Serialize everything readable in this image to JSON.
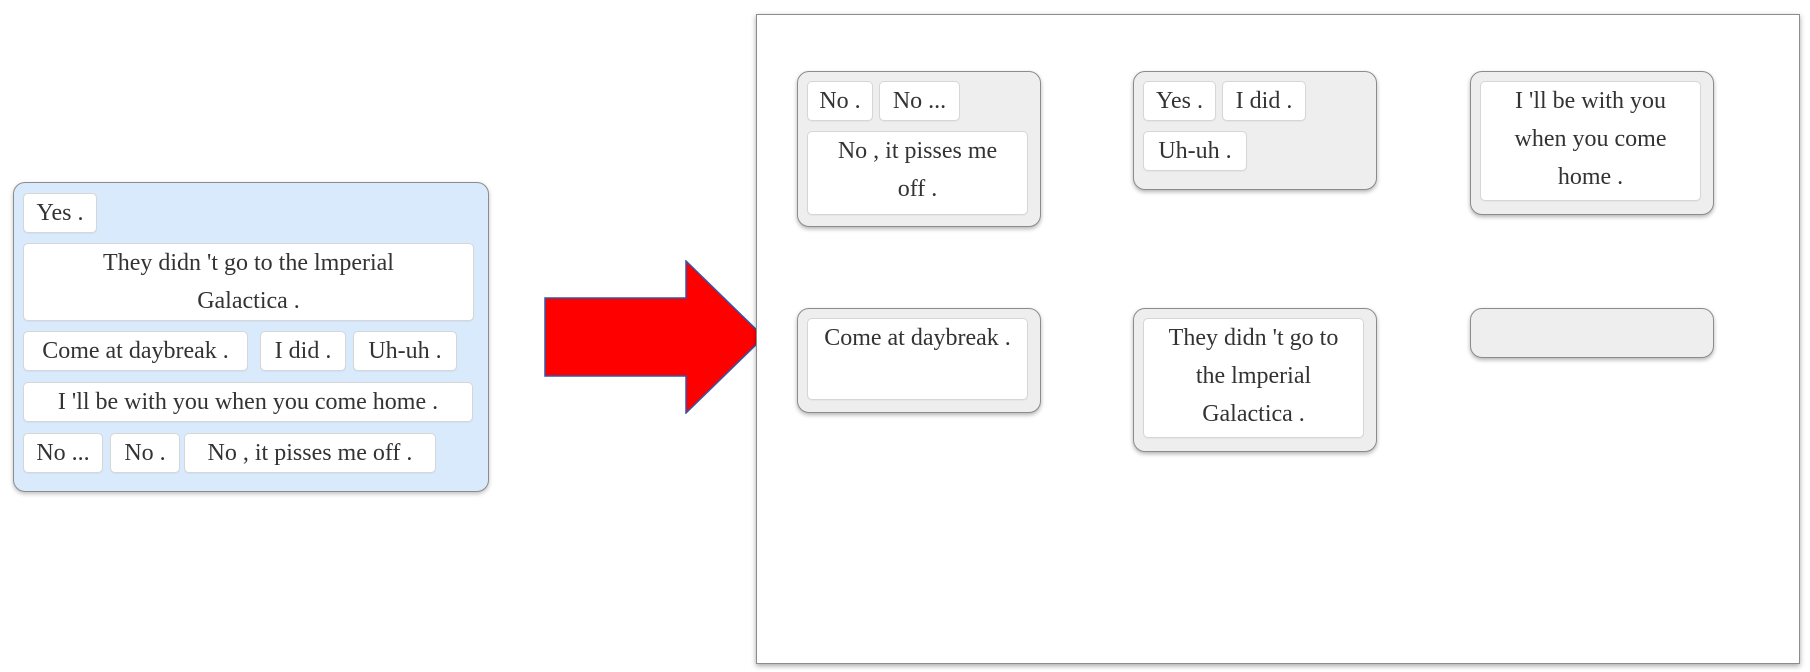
{
  "colors": {
    "source_bg": "#d8eafc",
    "slot_bg": "#eeeeee",
    "arrow_fill": "#ff0000",
    "arrow_stroke": "#3355aa"
  },
  "source_chips": [
    "Yes .",
    "They didn 't go to the lmperial Galactica .",
    "Come at daybreak .",
    "I did .",
    "Uh-uh .",
    "I 'll be with you when you come home .",
    "No ...",
    "No .",
    "No , it pisses me off ."
  ],
  "slots": [
    {
      "chips": [
        "No .",
        "No ...",
        "No , it pisses me off ."
      ]
    },
    {
      "chips": [
        "Yes .",
        "I did .",
        "Uh-uh ."
      ]
    },
    {
      "chips": [
        "I 'll be with you when you come home ."
      ]
    },
    {
      "chips": [
        "Come at daybreak ."
      ]
    },
    {
      "chips": [
        "They didn 't go to the lmperial Galactica ."
      ]
    },
    {
      "chips": []
    }
  ],
  "icons": {
    "arrow": "right-arrow-icon"
  }
}
